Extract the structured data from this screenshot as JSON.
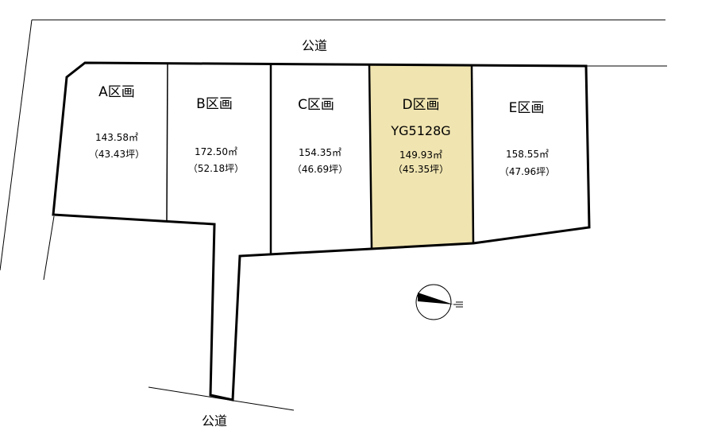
{
  "roads": {
    "north": "公道",
    "south": "公道"
  },
  "plots": [
    {
      "id": "A",
      "name": "A区画",
      "area": "143.58㎡",
      "tsubo": "（43.43坪）",
      "code": ""
    },
    {
      "id": "B",
      "name": "B区画",
      "area": "172.50㎡",
      "tsubo": "（52.18坪）",
      "code": ""
    },
    {
      "id": "C",
      "name": "C区画",
      "area": "154.35㎡",
      "tsubo": "（46.69坪）",
      "code": ""
    },
    {
      "id": "D",
      "name": "D区画",
      "area": "149.93㎡",
      "tsubo": "（45.35坪）",
      "code": "YG5128G"
    },
    {
      "id": "E",
      "name": "E区画",
      "area": "158.55㎡",
      "tsubo": "（47.96坪）",
      "code": ""
    }
  ],
  "colors": {
    "highlight": "#f0e4b0",
    "line": "#000000"
  },
  "compass": {
    "icon": "north-arrow-icon"
  }
}
